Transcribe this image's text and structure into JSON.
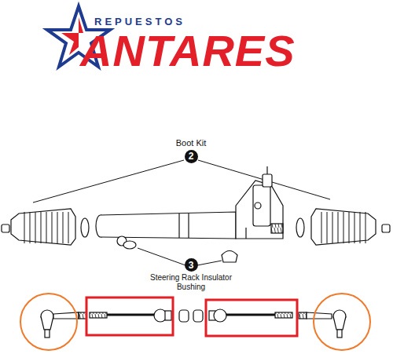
{
  "diagram": {
    "nodes": [
      {
        "text": [
          "Boot Kit",
          "2"
        ]
      },
      {
        "text": [
          "3",
          "Steering Rack Insulator Bushing"
        ]
      }
    ],
    "labels": [
      "REPUESTOS",
      "ANTARES"
    ]
  }
}
